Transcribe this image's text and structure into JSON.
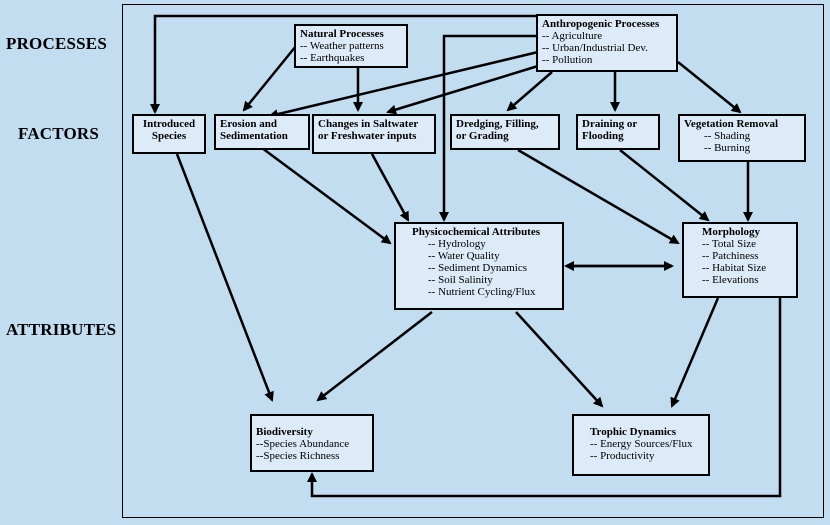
{
  "row_labels": {
    "processes": "PROCESSES",
    "factors": "FACTORS",
    "attributes": "ATTRIBUTES"
  },
  "boxes": {
    "natural": {
      "title": "Natural Processes",
      "items": [
        "-- Weather patterns",
        "-- Earthquakes"
      ]
    },
    "anthropogenic": {
      "title": "Anthropogenic Processes",
      "items": [
        "-- Agriculture",
        "-- Urban/Industrial Dev.",
        "-- Pollution"
      ]
    },
    "introduced": {
      "title": "Introduced Species",
      "title_lines": [
        "Introduced",
        "Species"
      ]
    },
    "erosion": {
      "title": "Erosion and Sedimentation",
      "title_lines": [
        "Erosion and",
        "Sedimentation"
      ]
    },
    "saltwater": {
      "title": "Changes in Saltwater or Freshwater inputs",
      "title_lines": [
        "Changes in Saltwater",
        "or Freshwater inputs"
      ]
    },
    "dredging": {
      "title": "Dredging, Filling, or Grading",
      "title_lines": [
        "Dredging, Filling,",
        "or Grading"
      ]
    },
    "draining": {
      "title": "Draining or Flooding",
      "title_lines": [
        "Draining or",
        "Flooding"
      ]
    },
    "vegetation": {
      "title": "Vegetation Removal",
      "items": [
        "-- Shading",
        "-- Burning"
      ]
    },
    "physico": {
      "title": "Physicochemical Attributes",
      "items": [
        "-- Hydrology",
        "-- Water Quality",
        "-- Sediment Dynamics",
        "-- Soil Salinity",
        "-- Nutrient Cycling/Flux"
      ]
    },
    "morphology": {
      "title": "Morphology",
      "items": [
        "-- Total Size",
        "-- Patchiness",
        "-- Habitat Size",
        "-- Elevations"
      ]
    },
    "biodiversity": {
      "title": "Biodiversity",
      "items": [
        "--Species Abundance",
        "--Species Richness"
      ]
    },
    "trophic": {
      "title": "Trophic Dynamics",
      "items": [
        "-- Energy Sources/Flux",
        "-- Productivity"
      ]
    }
  },
  "colors": {
    "background": "#c2dcf0",
    "box_fill": "#dcebf7",
    "line": "#000000"
  }
}
